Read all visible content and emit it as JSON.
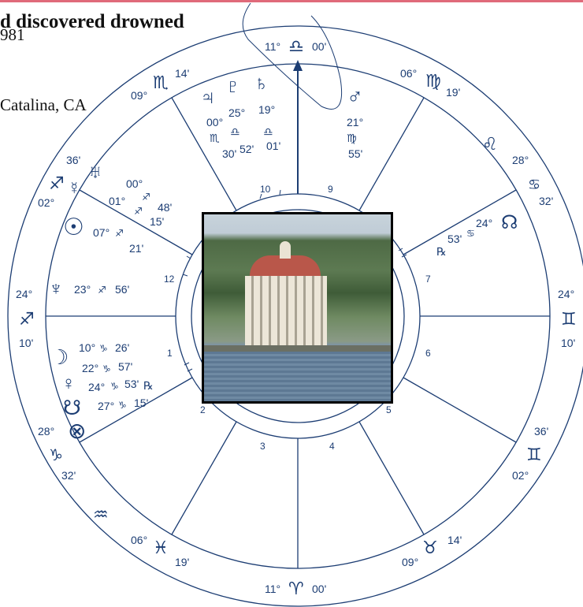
{
  "header": {
    "title": "d discovered drowned",
    "date": "981",
    "location": "Catalina, CA"
  },
  "colors": {
    "line": "#1c3d73",
    "ink": "#111111",
    "accent_rule": "#e06a7a"
  },
  "outer_cusps": [
    {
      "deg": "11°",
      "sign": "♎",
      "min": "00'"
    },
    {
      "deg": "06°",
      "sign": "♍",
      "min": "19'"
    },
    {
      "sign": "♌"
    },
    {
      "deg": "28°",
      "sign": "♋",
      "min": "32'"
    },
    {
      "deg": "24°",
      "sign": "♊",
      "min": "10'"
    },
    {
      "deg": "36'",
      "sign": "♊",
      "min": "02°"
    },
    {
      "deg": "09°",
      "sign": "♉",
      "min": "14'"
    },
    {
      "deg": "11°",
      "sign": "♈",
      "min": "00'"
    },
    {
      "deg": "06°",
      "sign": "♓",
      "min": "19'"
    },
    {
      "sign": "♒"
    },
    {
      "deg": "28°",
      "sign": "♑",
      "min": "32'"
    },
    {
      "deg": "24°",
      "sign": "♐",
      "min": "10'"
    },
    {
      "deg": "36'",
      "sign": "♐",
      "min": "02°"
    },
    {
      "deg": "09°",
      "sign": "♏",
      "min": "14'"
    }
  ],
  "house_numbers": [
    "10",
    "9",
    "7",
    "6",
    "5",
    "4",
    "3",
    "2",
    "1",
    "12"
  ],
  "planets": {
    "jupiter": {
      "glyph": "♃",
      "deg": "00°",
      "sign": "♏",
      "min": "30'"
    },
    "pluto": {
      "glyph": "♇",
      "deg": "25°",
      "sign": "♎",
      "min": "52'"
    },
    "saturn": {
      "glyph": "♄",
      "deg": "19°",
      "sign": "♎",
      "min": "01'"
    },
    "mars": {
      "glyph": "♂",
      "deg": "21°",
      "sign": "♍",
      "min": "55'"
    },
    "uranus": {
      "glyph": "♅",
      "deg": "00°",
      "sign": "♐",
      "min": "48'"
    },
    "mercury": {
      "glyph": "☿",
      "deg": "01°",
      "sign": "♐",
      "min": "15'"
    },
    "sun": {
      "glyph": "☉",
      "deg": "07°",
      "sign": "♐",
      "min": "21'"
    },
    "neptune": {
      "glyph": "♆",
      "deg": "23°",
      "sign": "♐",
      "min": "56'"
    },
    "moon": {
      "glyph": "☽",
      "deg": "10°",
      "sign": "♑",
      "min": "26'"
    },
    "venus": {
      "glyph": "♀",
      "deg": "24°",
      "sign": "♑",
      "min": "53'",
      "retro": "℞"
    },
    "venus_pos": {
      "deg": "22°",
      "sign": "♑",
      "min": "57'"
    },
    "south_node": {
      "glyph": "☋",
      "deg": "27°",
      "sign": "♑",
      "min": "15'"
    },
    "fortune": {
      "glyph": "⊗"
    },
    "north_node": {
      "glyph": "☊",
      "deg": "24°",
      "sign": "♋",
      "min": "53'",
      "retro": "℞"
    }
  },
  "photo": {
    "subject": "Catalina Casino, Avalon"
  }
}
